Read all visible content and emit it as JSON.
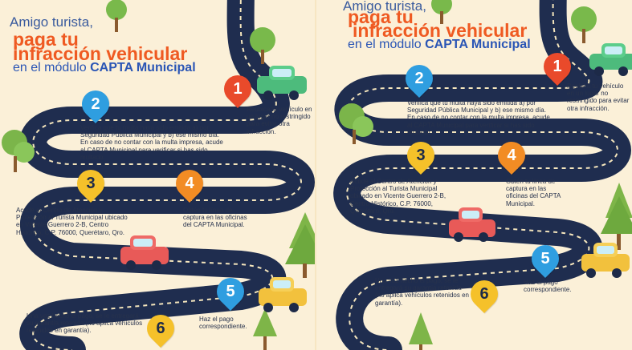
{
  "left": {
    "title": {
      "line1": "Amigo turista,",
      "line2": "paga tu",
      "line3": "infracción vehicular",
      "line4_prefix": "en el módulo",
      "line4_emphasis": "CAPTA Municipal"
    },
    "steps": [
      {
        "number": "1",
        "text": "Reubica tu vehículo en un lugar no restringido para evitar otra infracción."
      },
      {
        "number": "2",
        "text": "Verifica que tu multa haya sido emitida a) por Seguridad Pública Municipal y b) ese mismo día. En caso de no contar con la multa impresa, acude al CAPTA Municipal para verificar si has sido multado."
      },
      {
        "number": "3",
        "text": "Acude al Centro de Atención y Protección al Turista Municipal ubicado en Vicente Guerrero 2-B, Centro Histórico, C.P. 76000, Querétaro, Qro."
      },
      {
        "number": "4",
        "text": "Obtén tu línea de captura en las oficinas del CAPTA Municipal."
      },
      {
        "number": "5",
        "text": "Haz el pago correspondiente."
      },
      {
        "number": "6",
        "text": "Una vez hecho el pago, se le entregará su garantía retenida (no aplica vehículos retenidos en garantía)."
      }
    ]
  },
  "right": {
    "title": {
      "line1": "Amigo turista,",
      "line2": "paga tu",
      "line3": "infracción vehicular",
      "line4_prefix": "en el módulo",
      "line4_emphasis": "CAPTA Municipal"
    },
    "steps": [
      {
        "number": "1",
        "text": "Reubica tu vehículo en un lugar no restringido para evitar otra infracción."
      },
      {
        "number": "2",
        "text": "Verifica que tu multa haya sido emitida a) por Seguridad Pública Municipal y b) ese mismo día. En caso de no contar con la multa impresa, acude al CAPTA Municipal para verificar si has sido multado."
      },
      {
        "number": "3",
        "text": "Acude al Centro de Atención y Protección al Turista Municipal ubicado en Vicente Guerrero 2-B, Centro Histórico, C.P. 76000, Querétaro, Qro."
      },
      {
        "number": "4",
        "text": "Obtén tu línea de captura en las oficinas del CAPTA Municipal."
      },
      {
        "number": "5",
        "text": "Haz el pago correspondiente."
      },
      {
        "number": "6",
        "text": "Una vez hecho el pago, se le entregará su garantía retenida (no aplica vehículos retenidos en garantía)."
      }
    ]
  },
  "colors": {
    "background": "#fbf0d8",
    "road": "#1f2d4f",
    "title_orange": "#ef5a22",
    "title_blue": "#2a55b5",
    "pin_red": "#e94a2b",
    "pin_blue": "#2f9ee0",
    "pin_yellow": "#f5c12a",
    "pin_orange": "#f28c24"
  },
  "icons": [
    "car-icon",
    "tree-icon",
    "map-pin-icon"
  ]
}
